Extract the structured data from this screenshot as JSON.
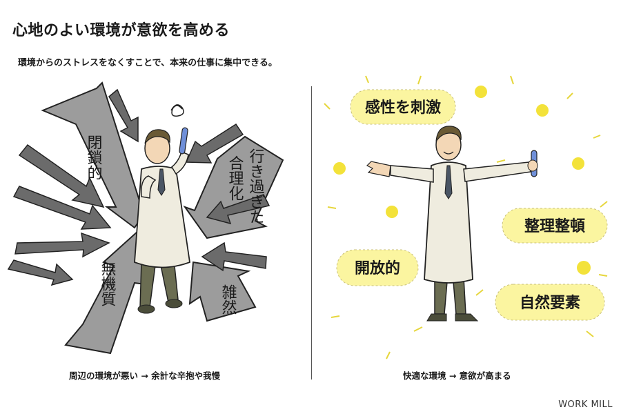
{
  "header": {
    "title": "心地のよい環境が意欲を高める",
    "subtitle": "環境からのストレスをなくすことで、本来の仕事に集中できる。"
  },
  "left_panel": {
    "arrow_labels": {
      "closed": "閉鎖的",
      "too_rational": "合理化",
      "too_far": "行き過ぎた",
      "inorganic": "無機質",
      "messy": "雑然"
    },
    "caption": "周辺の環境が悪い → 余計な辛抱や我慢"
  },
  "right_panel": {
    "bubbles": {
      "stimulate": "感性を刺激",
      "tidy": "整理整頓",
      "open": "開放的",
      "natural": "自然要素"
    },
    "caption": "快適な環境 → 意欲が高まる"
  },
  "footer": {
    "brand": "WORK MILL"
  },
  "colors": {
    "arrow_fill": "#9a9a9a",
    "arrow_dark": "#6b6b6b",
    "bubble_fill": "#fbf5a0",
    "spark": "#f0e04a",
    "coat": "#efecdf",
    "pants": "#6b6d52"
  }
}
